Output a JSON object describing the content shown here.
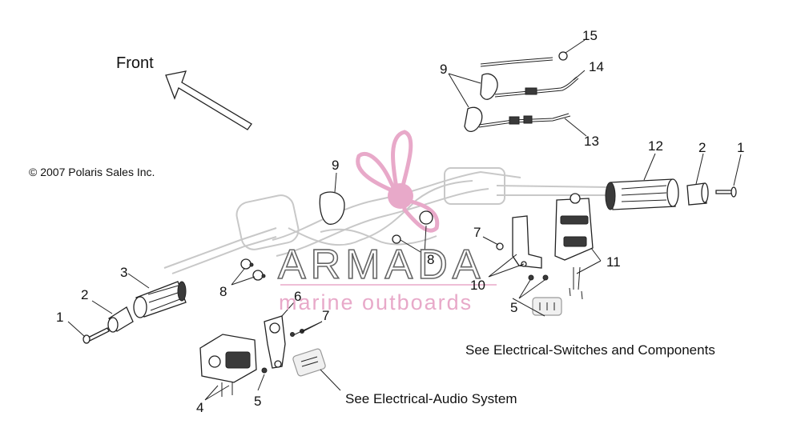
{
  "diagram": {
    "direction_label": "Front",
    "copyright": "© 2007 Polaris Sales Inc.",
    "watermark": {
      "brand": "ARMADA",
      "tagline": "marine outboards",
      "logo_color": "#e8a9c9"
    },
    "references": [
      "See Electrical-Switches and Components",
      "See Electrical-Audio System"
    ],
    "callouts": {
      "c1a": "1",
      "c2a": "2",
      "c3": "3",
      "c4": "4",
      "c5a": "5",
      "c6": "6",
      "c7a": "7",
      "c8a": "8",
      "c9a": "9",
      "c7b": "7",
      "c10": "10",
      "c8b": "8",
      "c5b": "5",
      "c11": "11",
      "c9b": "9",
      "c15": "15",
      "c14": "14",
      "c13": "13",
      "c12": "12",
      "c2b": "2",
      "c1b": "1"
    }
  }
}
